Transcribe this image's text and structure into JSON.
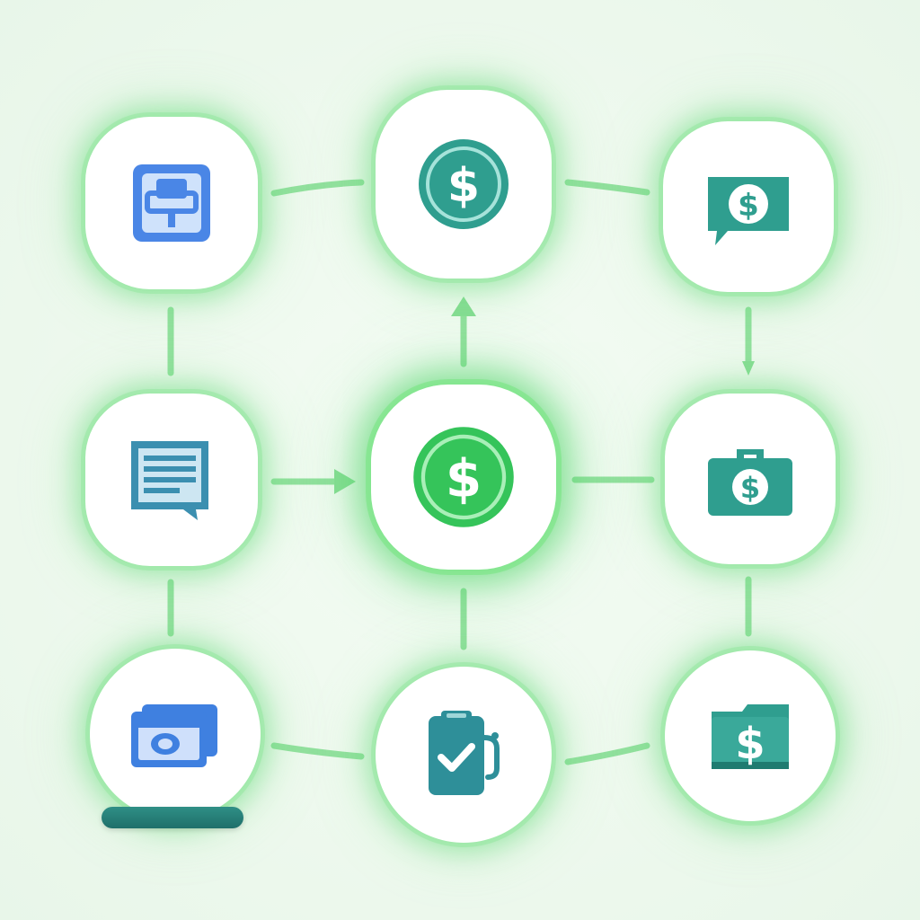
{
  "colors": {
    "background": "#eef9ef",
    "node_fill": "#ffffff",
    "glow": "#5fd67a",
    "connector": "#7fdc8c",
    "blue_icon": "#3f7fe0",
    "teal_icon": "#2f9e8f",
    "green_icon": "#35c45a"
  },
  "nodes": [
    {
      "id": "top-left",
      "icon": "network-box-icon"
    },
    {
      "id": "top-center",
      "icon": "dollar-coin-icon"
    },
    {
      "id": "top-right",
      "icon": "dollar-chat-icon"
    },
    {
      "id": "middle-left",
      "icon": "document-chat-icon"
    },
    {
      "id": "middle-center",
      "icon": "dollar-coin-icon"
    },
    {
      "id": "middle-right",
      "icon": "dollar-briefcase-icon"
    },
    {
      "id": "bottom-left",
      "icon": "id-card-icon"
    },
    {
      "id": "bottom-center",
      "icon": "checklist-clipboard-icon"
    },
    {
      "id": "bottom-right",
      "icon": "dollar-wallet-icon"
    }
  ]
}
